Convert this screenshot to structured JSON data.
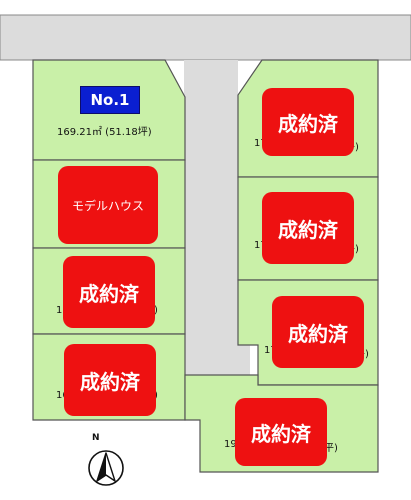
{
  "colors": {
    "lot_fill": "#c9f0a8",
    "lot_stroke": "#555555",
    "road_fill": "#dcdcdc",
    "sold_badge": "#ee1111",
    "number_badge": "#0a1fd1"
  },
  "lots": [
    {
      "id": "lot-1",
      "number": "No.1",
      "area": "169.21㎡ (51.18坪)",
      "status": ""
    },
    {
      "id": "lot-model",
      "status": "モデルハウス"
    },
    {
      "id": "lot-left-3",
      "area_visible_prefix": "16",
      "area_visible_suffix": ")",
      "status": "成約済"
    },
    {
      "id": "lot-left-4",
      "area_visible_prefix": "16",
      "area_visible_suffix": ")",
      "status": "成約済"
    },
    {
      "id": "lot-right-1",
      "area_visible_prefix": "17",
      "area_visible_suffix": "平)",
      "status": "成約済"
    },
    {
      "id": "lot-right-2",
      "area_visible_prefix": "17",
      "area_visible_suffix": "平)",
      "status": "成約済"
    },
    {
      "id": "lot-right-3",
      "area_visible_prefix": "17",
      "area_visible_suffix": "平)",
      "status": "成約済"
    },
    {
      "id": "lot-bottom",
      "area_visible_prefix": "19",
      "area_visible_suffix": "平)",
      "status": "成約済"
    }
  ],
  "compass": {
    "label": "N",
    "icon": "north-arrow-icon"
  }
}
